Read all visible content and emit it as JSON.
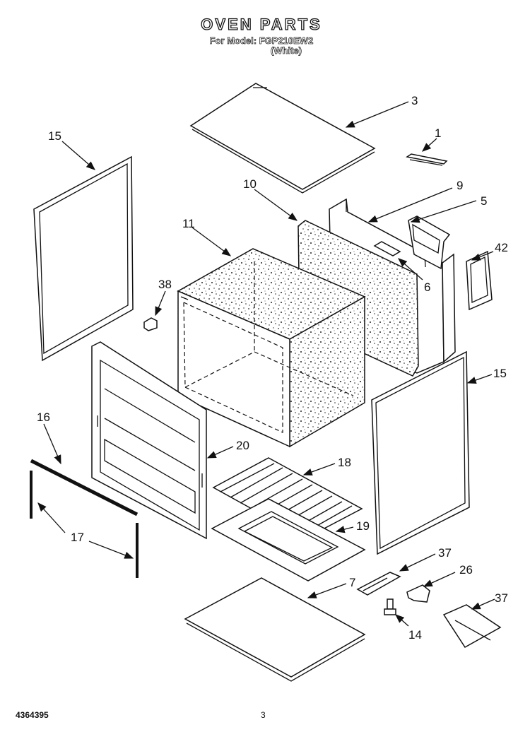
{
  "header": {
    "title": "OVEN PARTS",
    "model_line": "For Model: FGP210EW2",
    "color_line": "(White)"
  },
  "footer": {
    "doc_number": "4364395",
    "page_number": "3"
  },
  "callouts": {
    "p1": "1",
    "p3": "3",
    "p5": "5",
    "p6": "6",
    "p7": "7",
    "p9": "9",
    "p10": "10",
    "p11": "11",
    "p14": "14",
    "p15a": "15",
    "p15b": "15",
    "p16": "16",
    "p17": "17",
    "p18": "18",
    "p19": "19",
    "p20": "20",
    "p26": "26",
    "p37a": "37",
    "p37b": "37",
    "p38": "38",
    "p42": "42"
  }
}
